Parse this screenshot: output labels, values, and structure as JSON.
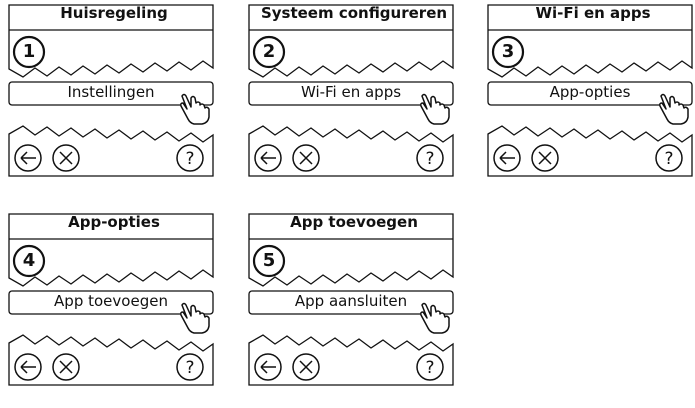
{
  "steps": [
    {
      "number": "1",
      "title": "Huisregeling",
      "button": "Instellingen"
    },
    {
      "number": "2",
      "title": "Systeem configureren",
      "button": "Wi-Fi en apps"
    },
    {
      "number": "3",
      "title": "Wi-Fi en apps",
      "button": "App-opties"
    },
    {
      "number": "4",
      "title": "App-opties",
      "button": "App toevoegen"
    },
    {
      "number": "5",
      "title": "App toevoegen",
      "button": "App aansluiten"
    }
  ],
  "icons": {
    "back": "back-arrow-circle-icon",
    "cancel": "close-circle-icon",
    "help": "question-circle-icon",
    "pointer": "hand-pointer-icon"
  }
}
